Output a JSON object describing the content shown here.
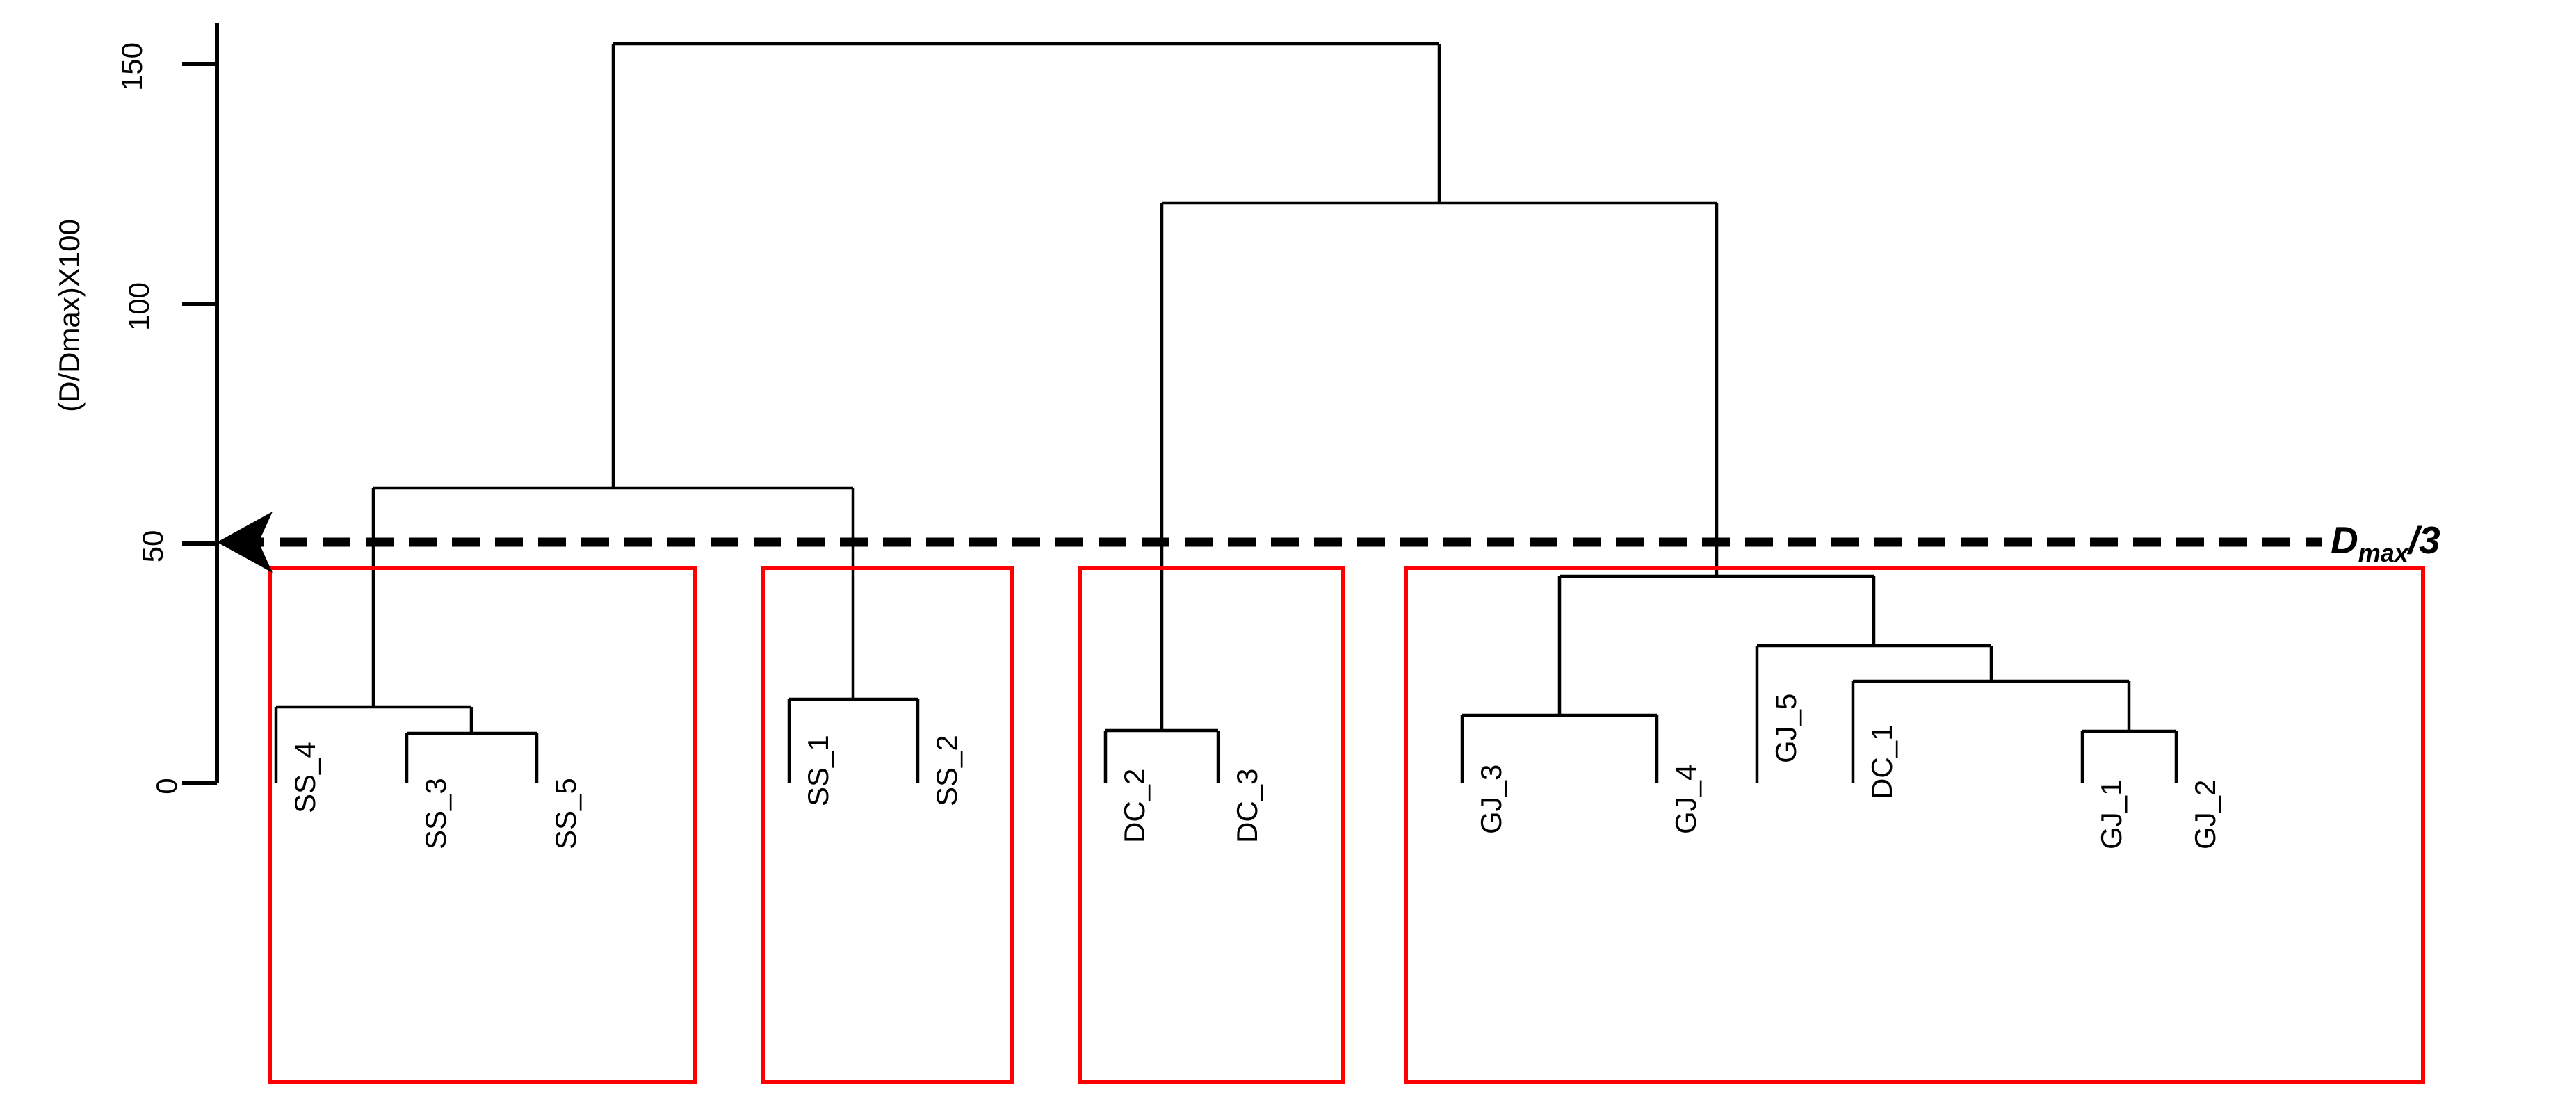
{
  "axis": {
    "ylabel": "(D/Dmax)X100",
    "yticks": [
      "0",
      "50",
      "100",
      "150"
    ],
    "ytick_values": [
      0,
      50,
      100,
      150
    ],
    "ylim": [
      0,
      160
    ]
  },
  "cut": {
    "label_d": "D",
    "label_sub": "max",
    "label_tail": "/3",
    "value": 50,
    "color": "#000000",
    "style": "dashed-arrow-left"
  },
  "clusters": {
    "box_color": "#ff0000",
    "boxes": [
      {
        "id": "cluster-1",
        "members": [
          "SS_4",
          "SS_3",
          "SS_5"
        ]
      },
      {
        "id": "cluster-2",
        "members": [
          "SS_1",
          "SS_2"
        ]
      },
      {
        "id": "cluster-3",
        "members": [
          "DC_2",
          "DC_3"
        ]
      },
      {
        "id": "cluster-4",
        "members": [
          "GJ_3",
          "GJ_4",
          "GJ_5",
          "DC_1",
          "GJ_1",
          "GJ_2"
        ]
      }
    ]
  },
  "leaves": [
    {
      "label": "SS_4"
    },
    {
      "label": "SS_3"
    },
    {
      "label": "SS_5"
    },
    {
      "label": "SS_1"
    },
    {
      "label": "SS_2"
    },
    {
      "label": "DC_2"
    },
    {
      "label": "DC_3"
    },
    {
      "label": "GJ_3"
    },
    {
      "label": "GJ_4"
    },
    {
      "label": "GJ_5"
    },
    {
      "label": "DC_1"
    },
    {
      "label": "GJ_1"
    },
    {
      "label": "GJ_2"
    }
  ],
  "chart_data": {
    "type": "dendrogram",
    "title": "",
    "xlabel": "",
    "ylabel": "(D/Dmax)X100",
    "ylim": [
      0,
      160
    ],
    "yticks": [
      0,
      50,
      100,
      150
    ],
    "grid": false,
    "legend": null,
    "leaf_order": [
      "SS_4",
      "SS_3",
      "SS_5",
      "SS_1",
      "SS_2",
      "DC_2",
      "DC_3",
      "GJ_3",
      "GJ_4",
      "GJ_5",
      "DC_1",
      "GJ_1",
      "GJ_2"
    ],
    "cut_height": 50,
    "cut_label": "Dmax/3",
    "merges": [
      {
        "id": "m1",
        "left": "SS_3",
        "right": "SS_5",
        "height": 9
      },
      {
        "id": "m2",
        "left": "SS_4",
        "right": "m1",
        "height": 16
      },
      {
        "id": "m3",
        "left": "SS_1",
        "right": "SS_2",
        "height": 29
      },
      {
        "id": "m4",
        "left": "DC_2",
        "right": "DC_3",
        "height": 17
      },
      {
        "id": "m5",
        "left": "GJ_1",
        "right": "GJ_2",
        "height": 11
      },
      {
        "id": "m6",
        "left": "DC_1",
        "right": "m5",
        "height": 22
      },
      {
        "id": "m7",
        "left": "GJ_5",
        "right": "m6",
        "height": 29
      },
      {
        "id": "m8",
        "left": "GJ_3",
        "right": "GJ_4",
        "height": 14
      },
      {
        "id": "m9",
        "left": "m8",
        "right": "m7",
        "height": 43
      },
      {
        "id": "m10",
        "left": "m2",
        "right": "m3",
        "height": 60
      },
      {
        "id": "m11",
        "left": "m4",
        "right": "m9",
        "height": 106
      },
      {
        "id": "m12",
        "left": "m10",
        "right": "m11",
        "height": 150
      }
    ],
    "clusters_at_cut": [
      [
        "SS_4",
        "SS_3",
        "SS_5"
      ],
      [
        "SS_1",
        "SS_2"
      ],
      [
        "DC_2",
        "DC_3"
      ],
      [
        "GJ_3",
        "GJ_4",
        "GJ_5",
        "DC_1",
        "GJ_1",
        "GJ_2"
      ]
    ]
  }
}
